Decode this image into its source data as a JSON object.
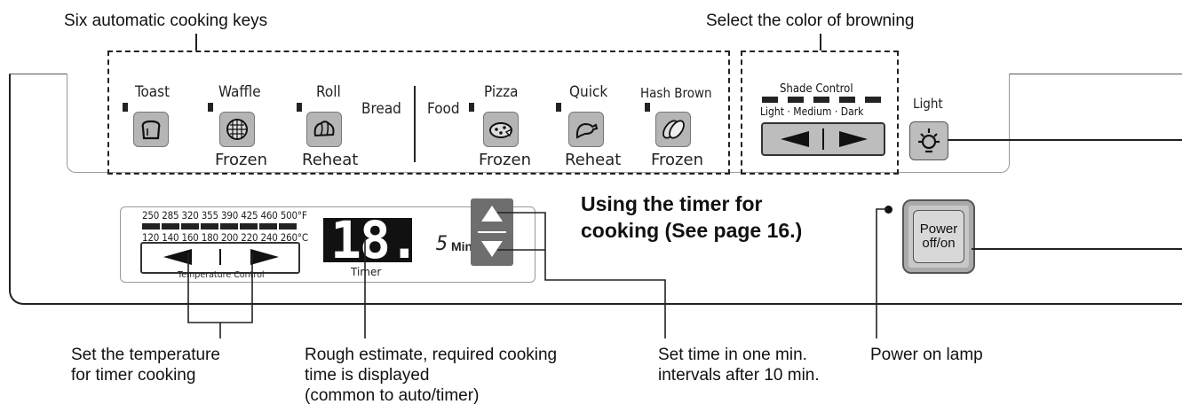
{
  "callouts": {
    "auto_keys": "Six automatic cooking keys",
    "browning": "Select the color of browning",
    "temperature_1": "Set the temperature",
    "temperature_2": "for timer cooking",
    "estimate_1": "Rough estimate, required cooking",
    "estimate_2": "time is displayed",
    "estimate_3": "(common to auto/timer)",
    "set_time_1": "Set time in one min.",
    "set_time_2": "intervals after 10 min.",
    "power_lamp": "Power on lamp"
  },
  "note": {
    "line1": "Using the timer for",
    "line2": "cooking (See page 16.)"
  },
  "keys": [
    {
      "label": "Toast",
      "sub": "",
      "icon": "bread-slice-icon"
    },
    {
      "label": "Waffle",
      "sub": "Frozen",
      "icon": "waffle-icon"
    },
    {
      "label": "Roll",
      "sub": "Reheat",
      "icon": "croissant-icon"
    },
    {
      "label": "Pizza",
      "sub": "Frozen",
      "icon": "pizza-icon"
    },
    {
      "label": "Quick",
      "sub": "Reheat",
      "icon": "chicken-leg-icon"
    },
    {
      "label": "Hash Brown",
      "sub": "Frozen",
      "icon": "hash-brown-icon"
    }
  ],
  "group_labels": {
    "bread": "Bread",
    "food": "Food"
  },
  "shade": {
    "title": "Shade Control",
    "light": "Light",
    "medium": "Medium",
    "dark": "Dark",
    "dot": "·"
  },
  "light_button": {
    "label": "Light",
    "icon": "lamp-icon"
  },
  "temperature": {
    "fahrenheit": [
      "250",
      "285",
      "320",
      "355",
      "390",
      "425",
      "460",
      "500"
    ],
    "f_unit": "°F",
    "celsius": [
      "120",
      "140",
      "160",
      "180",
      "200",
      "220",
      "240",
      "260"
    ],
    "c_unit": "°C",
    "label": "Temperature Control"
  },
  "timer": {
    "display": "18.",
    "small_digit": "5",
    "min": "Min.",
    "label": "Timer"
  },
  "power": {
    "line1": "Power",
    "line2": "off/on"
  },
  "colors": {
    "key_gray": "#b5b5b5",
    "lcd": "#111111",
    "led": "#222222"
  }
}
